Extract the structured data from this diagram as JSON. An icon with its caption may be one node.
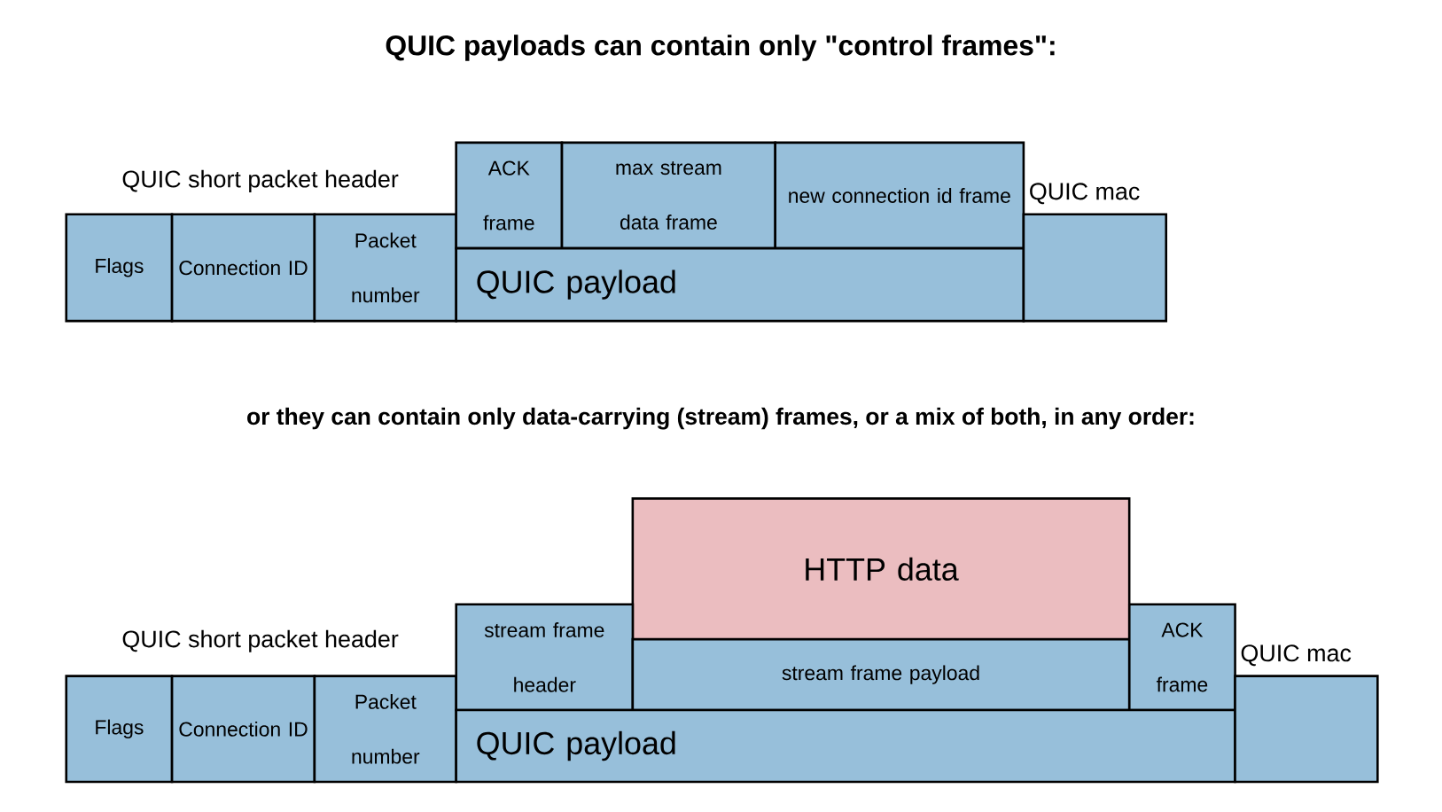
{
  "diagram": {
    "title": "QUIC payloads can contain only \"control frames\":",
    "nodes": [
      {
        "text": [
          "Flags"
        ]
      },
      {
        "text": [
          "Connection ID"
        ]
      },
      {
        "text": [
          "Packet number"
        ]
      },
      {
        "text": [
          "ACK frame"
        ]
      },
      {
        "text": [
          "max stream data frame"
        ]
      },
      {
        "text": [
          "new connection id frame"
        ]
      },
      {
        "text": [
          "QUIC payload"
        ]
      },
      {
        "text": [
          "QUIC mac"
        ]
      },
      {
        "text": [
          "HTTP data"
        ]
      },
      {
        "text": [
          "Flags"
        ]
      },
      {
        "text": [
          "Connection ID"
        ]
      },
      {
        "text": [
          "Packet number"
        ]
      },
      {
        "text": [
          "stream frame header"
        ]
      },
      {
        "text": [
          "stream frame payload"
        ]
      },
      {
        "text": [
          "ACK frame"
        ]
      },
      {
        "text": [
          "QUIC payload"
        ]
      },
      {
        "text": [
          "QUIC mac"
        ]
      }
    ],
    "labels": [
      "QUIC short packet header",
      "or they can contain only data-carrying (stream) frames, or a mix of both, in any order:",
      "QUIC short packet header"
    ]
  }
}
